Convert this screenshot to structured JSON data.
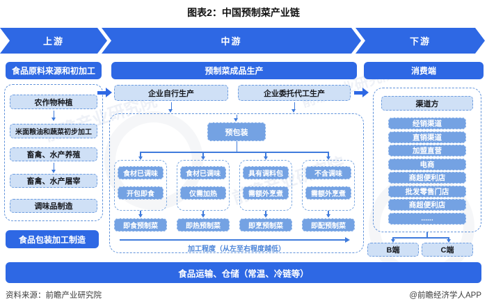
{
  "title": "图表2：中国预制菜产业链",
  "banner": {
    "upstream": "上游",
    "midstream": "中游",
    "downstream": "下游"
  },
  "upstream": {
    "header": "食品原料来源和初加工",
    "items": [
      "农作物种植",
      "米面粮油和蔬菜初步加工",
      "畜禽、水产养殖",
      "畜禽、水产屠宰",
      "调味品制造"
    ],
    "packaging": "食品包装加工制造"
  },
  "midstream": {
    "header": "预制菜成品生产",
    "self_production": "企业自行生产",
    "oem_production": "企业委托代工生产",
    "prepackaged": "预包装",
    "columns": [
      {
        "top": "食材已调味",
        "mid": "开包即食",
        "bottom": "即食预制菜"
      },
      {
        "top": "食材已调味",
        "mid": "仅需加热",
        "bottom": "即热预制菜"
      },
      {
        "top": "具有调料包",
        "mid": "需额外烹煮",
        "bottom": "即烹预制菜"
      },
      {
        "top": "不含调味",
        "mid": "需额外烹煮",
        "bottom": "即配预制菜"
      }
    ],
    "process_note": "加工程度（从左至右程度越低）"
  },
  "downstream": {
    "header": "消费端",
    "channel_header": "渠道方",
    "channels": [
      "经销渠道",
      "直销渠道",
      "加盟直营",
      "电商",
      "商超便利店",
      "批发零售门店",
      "商超便利店",
      "......"
    ],
    "b_end": "B端",
    "c_end": "C端"
  },
  "logistics": "食品运输、仓储（常温、冷链等）",
  "footer": {
    "source": "资料来源：前瞻产业研究院",
    "credit": "@前瞻经济学人APP"
  },
  "watermark": "前瞻产业研究院",
  "colors": {
    "primary_blue": "#2e68e4",
    "medium_box_blue": "#74a2e3",
    "light_box_blue": "#cfe0f6",
    "dashed_border_blue": "#5e91da",
    "connector_blue": "#3f7bdc"
  }
}
